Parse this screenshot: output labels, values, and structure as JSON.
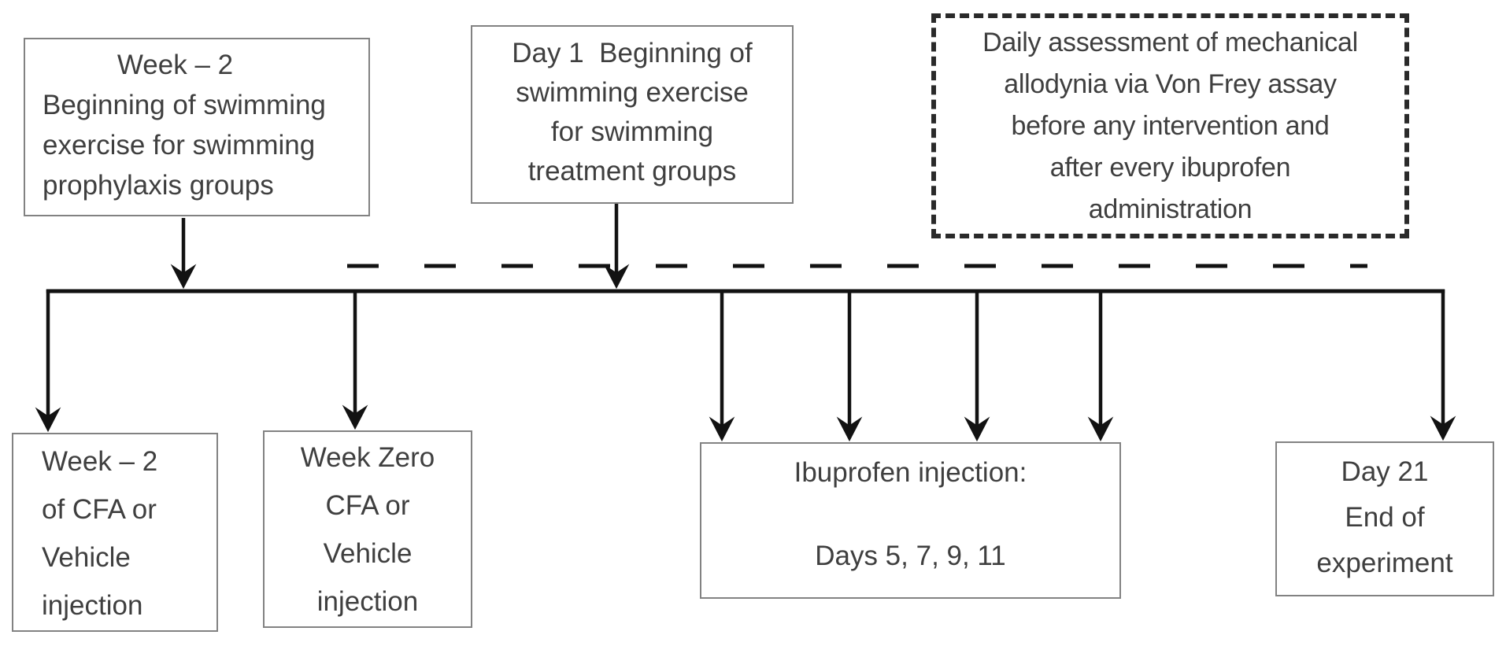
{
  "diagram": {
    "title": "Swimming exercise / CFA experiment timeline",
    "colors": {
      "background": "#ffffff",
      "line": "#121212",
      "box_border": "#828282",
      "dashed_border": "#2a2a2a",
      "text": "#3f3f3f"
    },
    "top_boxes": [
      {
        "id": "swimming-prophylaxis",
        "lines": [
          "Week – 2",
          "Beginning of swimming",
          "exercise for swimming",
          "prophylaxis groups"
        ]
      },
      {
        "id": "swimming-treatment",
        "lines": [
          "Day 1  Beginning of",
          "swimming exercise",
          "for swimming",
          "treatment groups"
        ]
      },
      {
        "id": "daily-assessment",
        "lines": [
          "Daily assessment of mechanical",
          "allodynia via Von Frey assay",
          "before any intervention and",
          "after every ibuprofen",
          "administration"
        ]
      }
    ],
    "bottom_boxes": [
      {
        "id": "week-minus2-cfa",
        "lines": [
          "Week – 2",
          "of CFA or",
          "Vehicle",
          "injection"
        ]
      },
      {
        "id": "week-zero-cfa",
        "lines": [
          "Week Zero",
          "CFA or",
          "Vehicle",
          "injection"
        ]
      },
      {
        "id": "ibuprofen-injection",
        "lines": [
          "Ibuprofen injection:",
          "",
          "Days 5, 7, 9, 11"
        ]
      },
      {
        "id": "day21-end",
        "lines": [
          "Day 21",
          "End of",
          "experiment"
        ]
      }
    ]
  }
}
